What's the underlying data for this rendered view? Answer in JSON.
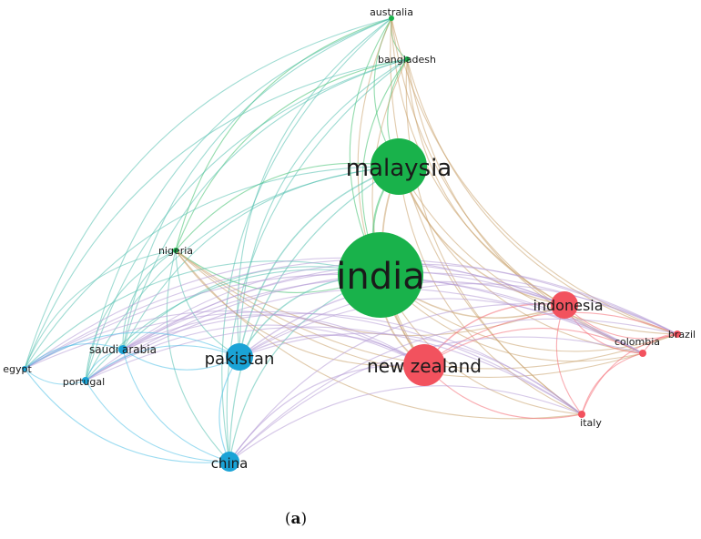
{
  "caption": {
    "open": "(",
    "letter": "a",
    "close": ")"
  },
  "colors": {
    "green": "#19b24b",
    "blue": "#1aa3d6",
    "red": "#f2525e",
    "link_green": "#3dbf6b",
    "link_blue": "#4cbfe6",
    "link_red": "#f46a72",
    "link_purple": "#b59ad6"
  },
  "nodes": [
    {
      "id": "australia",
      "label": "australia",
      "cluster": "green",
      "weight": 1
    },
    {
      "id": "bangladesh",
      "label": "bangladesh",
      "cluster": "green",
      "weight": 1
    },
    {
      "id": "malaysia",
      "label": "malaysia",
      "cluster": "green",
      "weight": 9
    },
    {
      "id": "nigeria",
      "label": "nigeria",
      "cluster": "green",
      "weight": 1
    },
    {
      "id": "india",
      "label": "india",
      "cluster": "green",
      "weight": 14
    },
    {
      "id": "indonesia",
      "label": "indonesia",
      "cluster": "red",
      "weight": 4
    },
    {
      "id": "brazil",
      "label": "brazil",
      "cluster": "red",
      "weight": 1
    },
    {
      "id": "colombia",
      "label": "colombia",
      "cluster": "red",
      "weight": 1
    },
    {
      "id": "new_zealand",
      "label": "new zealand",
      "cluster": "red",
      "weight": 6
    },
    {
      "id": "italy",
      "label": "italy",
      "cluster": "red",
      "weight": 1
    },
    {
      "id": "saudi_arabia",
      "label": "saudi arabia",
      "cluster": "blue",
      "weight": 1
    },
    {
      "id": "pakistan",
      "label": "pakistan",
      "cluster": "blue",
      "weight": 4
    },
    {
      "id": "egypt",
      "label": "egypt",
      "cluster": "blue",
      "weight": 1
    },
    {
      "id": "portugal",
      "label": "portugal",
      "cluster": "blue",
      "weight": 1
    },
    {
      "id": "china",
      "label": "china",
      "cluster": "blue",
      "weight": 2
    }
  ]
}
